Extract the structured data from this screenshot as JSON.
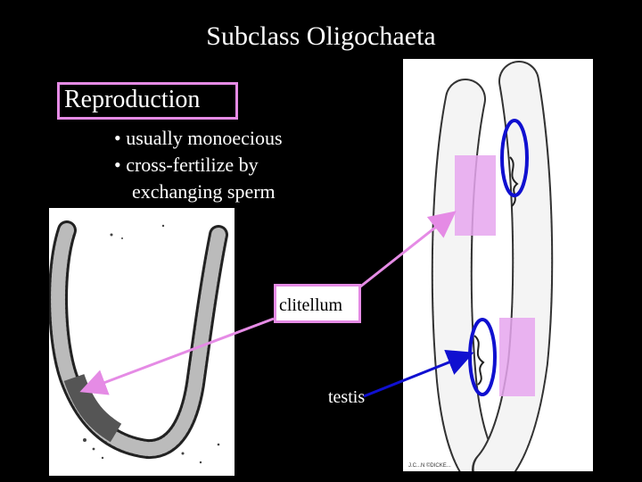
{
  "slide": {
    "title": "Subclass Oligochaeta",
    "section_heading": "Reproduction",
    "bullets": [
      "• usually monoecious",
      "• cross-fertilize by",
      "exchanging sperm"
    ]
  },
  "labels": {
    "clitellum": "clitellum",
    "testis": "testis",
    "image_credit": "J.C...N ©DICKE..."
  },
  "colors": {
    "background": "#000000",
    "text": "#ffffff",
    "clitellum_accent": "#e58be5",
    "testis_accent": "#1010d0",
    "clitellum_fill": "#e6a6ee"
  },
  "icons": {
    "left_image": "earthworm-drawing",
    "right_image": "mating-earthworms-drawing"
  }
}
